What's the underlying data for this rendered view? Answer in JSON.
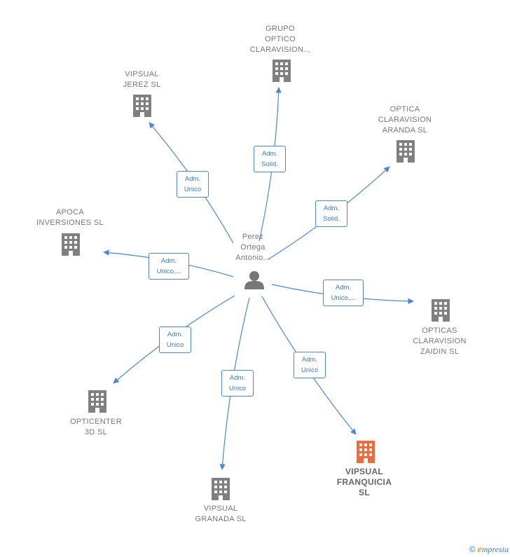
{
  "center": {
    "name": "Perez\nOrtega\nAntonio...",
    "icon": "person-icon"
  },
  "companies": [
    {
      "id": "grupo-optico",
      "name": "GRUPO\nOPTICO\nCLARAVISION...",
      "icon": "building-icon",
      "color": "#808080"
    },
    {
      "id": "vipsual-jerez",
      "name": "VIPSUAL\nJEREZ SL",
      "icon": "building-icon",
      "color": "#808080"
    },
    {
      "id": "optica-aranda",
      "name": "OPTICA\nCLARAVISION\nARANDA SL",
      "icon": "building-icon",
      "color": "#808080"
    },
    {
      "id": "apoca",
      "name": "APOCA\nINVERSIONES SL",
      "icon": "building-icon",
      "color": "#808080"
    },
    {
      "id": "opticas-zaidin",
      "name": "OPTICAS\nCLARAVISION\nZAIDIN SL",
      "icon": "building-icon",
      "color": "#808080"
    },
    {
      "id": "opticenter",
      "name": "OPTICENTER\n3D SL",
      "icon": "building-icon",
      "color": "#808080"
    },
    {
      "id": "vipsual-granada",
      "name": "VIPSUAL\nGRANADA SL",
      "icon": "building-icon",
      "color": "#808080"
    },
    {
      "id": "vipsual-franquicia",
      "name": "VIPSUAL\nFRANQUICIA\nSL",
      "icon": "building-icon",
      "color": "#f26a3b",
      "highlight": true
    }
  ],
  "relations": [
    {
      "to": "grupo-optico",
      "label": "Adm.\nSolid."
    },
    {
      "to": "vipsual-jerez",
      "label": "Adm.\nUnico"
    },
    {
      "to": "optica-aranda",
      "label": "Adm.\nSolid."
    },
    {
      "to": "apoca",
      "label": "Adm.\nUnico,..."
    },
    {
      "to": "opticas-zaidin",
      "label": "Adm.\nUnico,..."
    },
    {
      "to": "opticenter",
      "label": "Adm.\nUnico"
    },
    {
      "to": "vipsual-granada",
      "label": "Adm.\nUnico"
    },
    {
      "to": "vipsual-franquicia",
      "label": "Adm.\nUnico"
    }
  ],
  "colors": {
    "edge": "#4a86d8",
    "node": "#808080",
    "highlight": "#f26a3b"
  },
  "footer": {
    "copyright": "©",
    "brand_initial": "e",
    "brand_rest": "mpresia"
  }
}
